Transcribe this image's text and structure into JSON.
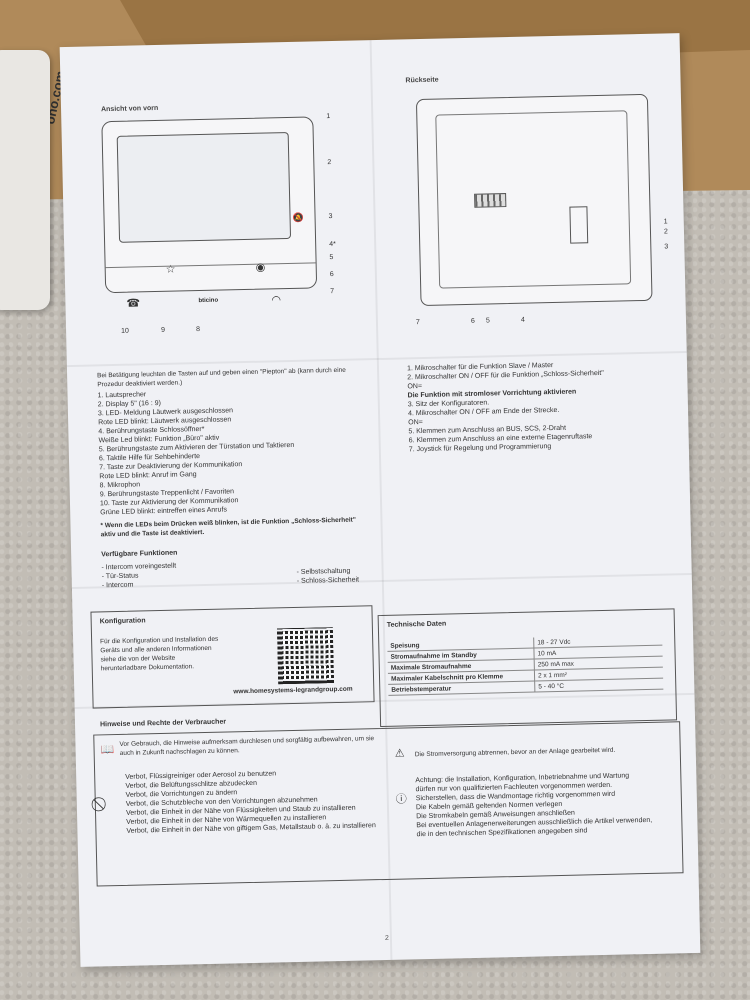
{
  "background": {
    "box_text": "ono.com"
  },
  "front": {
    "title": "Ansicht von vorn",
    "callouts": [
      "1",
      "2",
      "3",
      "4*",
      "5",
      "6",
      "7",
      "10",
      "9",
      "8"
    ],
    "intro": "Bei Betätigung leuchten die Tasten auf und geben einen \"Piepton\" ab (kann durch eine Prozedur deaktiviert werden.)",
    "items": [
      "1.   Lautsprecher",
      "2.   Display 5\" (16 : 9)",
      "3.   LED- Meldung Läutwerk ausgeschlossen",
      "      Rote LED blinkt: Läutwerk ausgeschlossen",
      "4.   Berührungstaste Schlossöffner*",
      "      Weiße Led blinkt: Funktion „Büro\" aktiv",
      "5.   Berührungstaste zum Aktivieren der Türstation und Taktieren",
      "6.   Taktile Hilfe für Sehbehinderte",
      "7.   Taste zur Deaktivierung der Kommunikation",
      "      Rote LED blinkt: Anruf im Gang",
      "8.   Mikrophon",
      "9.   Berührungstaste Treppenlicht / Favoriten",
      "10. Taste zur Aktivierung der Kommunikation",
      "      Grüne LED blinkt: eintreffen eines Anrufs"
    ],
    "note": "* Wenn die LEDs beim Drücken weiß blinken, ist die Funktion „Schloss-Sicherheit\" aktiv und die Taste ist deaktiviert.",
    "brand": "bticino"
  },
  "back": {
    "title": "Rückseite",
    "callouts": [
      "1",
      "2",
      "3",
      "7",
      "6",
      "5",
      "4"
    ],
    "items": [
      "1.  Mikroschalter für die Funktion Slave / Master",
      "2.  Mikroschalter ON / OFF für die Funktion „Schloss-Sicherheit\"",
      "      ON=",
      "      Die Funktion mit stromloser Vorrichtung aktivieren",
      "3.  Sitz der Konfiguratoren.",
      "4.  Mikroschalter ON / OFF am Ende der Strecke.",
      "      ON=",
      "5.  Klemmen zum Anschluss an BUS, SCS, 2-Draht",
      "6.  Klemmen zum Anschluss an eine externe Etagenruftaste",
      "7.  Joystick für Regelung und Programmierung"
    ]
  },
  "functions": {
    "title": "Verfügbare Funktionen",
    "left": [
      "- Intercom voreingestellt",
      "- Tür-Status",
      "- Intercom"
    ],
    "right": [
      "- Selbstschaltung",
      "- Schloss-Sicherheit"
    ]
  },
  "config": {
    "title": "Konfiguration",
    "text": "Für die Konfiguration und Installation des Geräts und alle anderen Informationen siehe die von der Website herunterladbare Dokumentation.",
    "url": "www.homesystems-legrandgroup.com"
  },
  "tech": {
    "title": "Technische Daten",
    "rows": [
      [
        "Speisung",
        "18 - 27 Vdc"
      ],
      [
        "Stromaufnahme im Standby",
        "10 mA"
      ],
      [
        "Maximale Stromaufnahme",
        "250 mA max"
      ],
      [
        "Maximaler Kabelschnitt pro Klemme",
        "2 x 1 mm²"
      ],
      [
        "Betriebstemperatur",
        "5 - 40 °C"
      ]
    ]
  },
  "notes": {
    "title": "Hinweise und Rechte der Verbraucher",
    "read": "Vor Gebrauch, die Hinweise aufmerksam durchlesen und sorgfältig aufbewahren, um sie auch in Zukunft nachschlagen zu können.",
    "prohibited": [
      "Verbot, Flüssigreiniger oder Aerosol zu benutzen",
      "Verbot, die Belüftungsschlitze abzudecken",
      "Verbot, die Vorrichtungen zu ändern",
      "Verbot, die Schutzbleche von den Vorrichtungen abzunehmen",
      "Verbot, die Einheit in der Nähe von Flüssigkeiten und Staub zu installieren",
      "Verbot, die Einheit in der Nähe von Wärmequellen zu installieren",
      "Verbot, die Einheit in der Nähe von giftigem Gas, Metallstaub o. ä. zu installieren"
    ],
    "warning": "Die Stromversorgung abtrennen, bevor an der Anlage gearbeitet wird.",
    "attention": [
      "Achtung: die Installation, Konfiguration, Inbetriebnahme und Wartung",
      "dürfen nur von qualifizierten Fachleuten vorgenommen werden.",
      "Sicherstellen, dass die Wandmontage richtig vorgenommen wird",
      "Die Kabeln gemäß geltenden Normen verlegen",
      "Die Stromkabeln gemäß Anweisungen anschließen",
      "Bei eventuellen Anlagenerweiterungen ausschließlich die Artikel verwenden,",
      "die in den technischen Spezifikationen angegeben sind"
    ]
  },
  "page_number": "2"
}
